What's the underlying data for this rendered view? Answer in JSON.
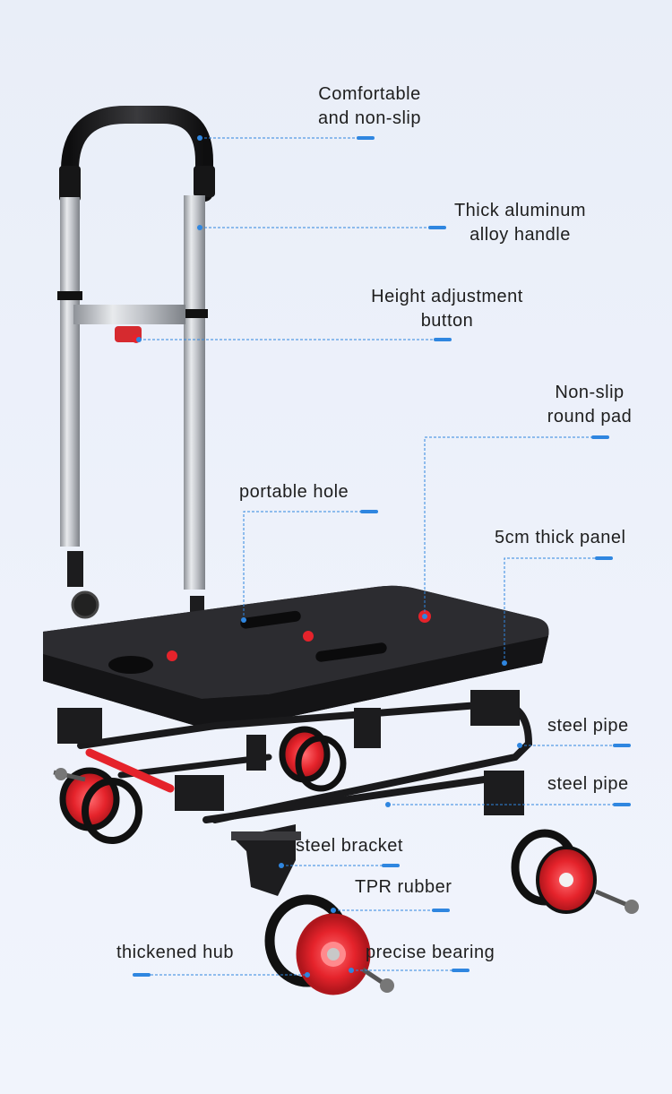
{
  "labels": {
    "handle_grip": [
      "Comfortable",
      "and non-slip"
    ],
    "handle_tube": [
      "Thick aluminum",
      "alloy handle"
    ],
    "height_button": [
      "Height adjustment",
      "button"
    ],
    "round_pad": [
      "Non-slip",
      "round pad"
    ],
    "portable_hole": "portable hole",
    "panel": "5cm thick panel",
    "steel_pipe_1": "steel pipe",
    "steel_pipe_2": "steel pipe",
    "steel_bracket": "steel bracket",
    "tpr_rubber": "TPR rubber",
    "thickened_hub": "thickened hub",
    "precise_bearing": "precise bearing"
  },
  "colors": {
    "leader_line": "#2f86e0",
    "wheel_red": "#e5232b",
    "plastic_black": "#1c1c1e",
    "aluminum": "#c9ccd1",
    "background": "#eaeff9"
  },
  "icons": [
    "hand-truck-illustration"
  ]
}
